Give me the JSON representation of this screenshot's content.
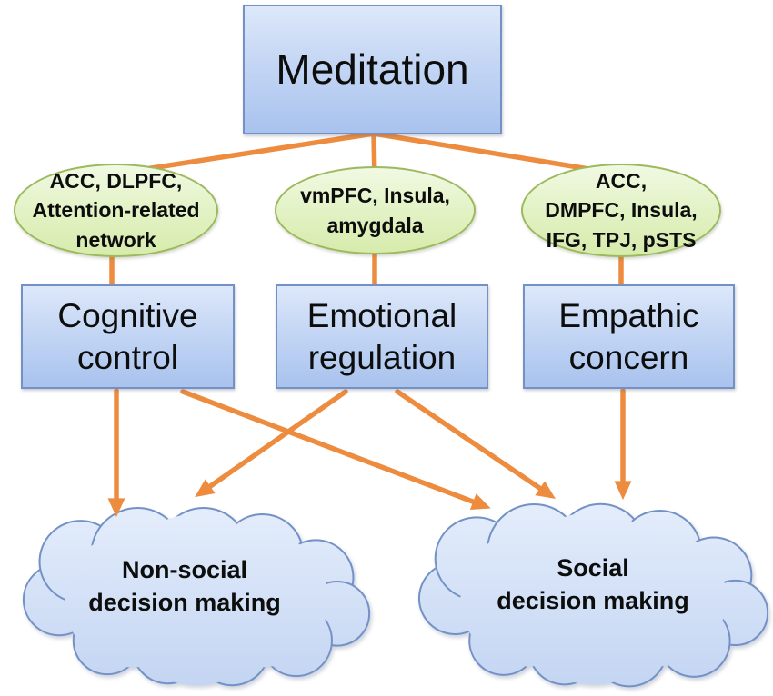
{
  "title": "Meditation diagram",
  "colors": {
    "connector": "#ed8c3f",
    "box_fill_top": "#dde8fa",
    "box_fill_bottom": "#a9c3ee",
    "box_border": "#7491c6",
    "ellipse_fill_top": "#f1f9e3",
    "ellipse_fill_bottom": "#d7ebac",
    "ellipse_border": "#9cb95e",
    "cloud_fill_top": "#e4edfb",
    "cloud_fill_bottom": "#c2d4f2",
    "cloud_border": "#7491c6",
    "text": "#0d0d0d",
    "background": "#ffffff"
  },
  "nodes": {
    "meditation": {
      "label": "Meditation",
      "shape": "rectangle"
    },
    "attention": {
      "label": "ACC, DLPFC,\nAttention-related\nnetwork",
      "shape": "ellipse"
    },
    "emotion": {
      "label": "vmPFC, Insula,\namygdala",
      "shape": "ellipse"
    },
    "empathy": {
      "label": "ACC,\nDMPFC, Insula,\nIFG, TPJ, pSTS",
      "shape": "ellipse"
    },
    "cognitive": {
      "label": "Cognitive\ncontrol",
      "shape": "rectangle"
    },
    "emotional": {
      "label": "Emotional\nregulation",
      "shape": "rectangle"
    },
    "empathic": {
      "label": "Empathic\nconcern",
      "shape": "rectangle"
    },
    "nonsocial": {
      "label": "Non-social\ndecision making",
      "shape": "cloud"
    },
    "social": {
      "label": "Social\ndecision making",
      "shape": "cloud"
    }
  },
  "edges": [
    {
      "from": "meditation",
      "to": "attention",
      "arrow": false
    },
    {
      "from": "meditation",
      "to": "emotion",
      "arrow": false
    },
    {
      "from": "meditation",
      "to": "empathy",
      "arrow": false
    },
    {
      "from": "attention",
      "to": "cognitive",
      "arrow": false
    },
    {
      "from": "emotion",
      "to": "emotional",
      "arrow": false
    },
    {
      "from": "empathy",
      "to": "empathic",
      "arrow": false
    },
    {
      "from": "cognitive",
      "to": "nonsocial",
      "arrow": true
    },
    {
      "from": "cognitive",
      "to": "social",
      "arrow": true
    },
    {
      "from": "emotional",
      "to": "nonsocial",
      "arrow": true
    },
    {
      "from": "emotional",
      "to": "social",
      "arrow": true
    },
    {
      "from": "empathic",
      "to": "social",
      "arrow": true
    }
  ]
}
